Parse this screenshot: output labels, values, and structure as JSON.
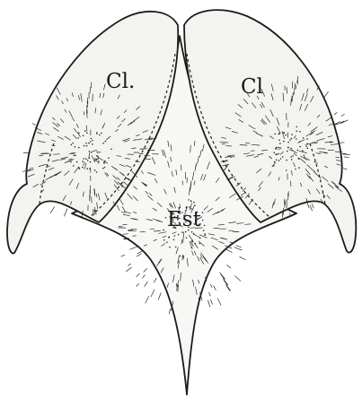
{
  "figure": {
    "labels": {
      "left_clavicle": "Cl.",
      "right_clavicle": "Cl",
      "episternum": "Est"
    }
  },
  "colors": {
    "ink": "#1c1c1c",
    "paper": "#ffffff"
  }
}
